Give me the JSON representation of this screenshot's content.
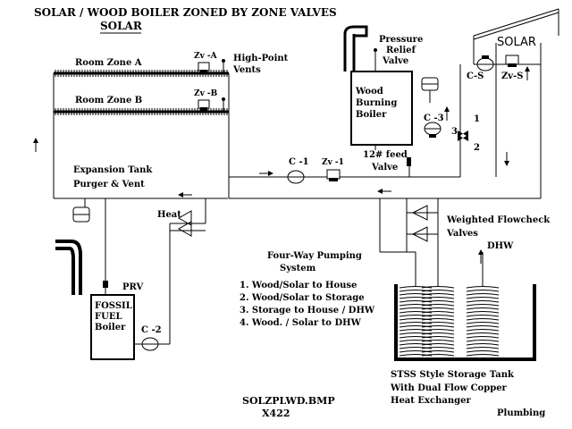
{
  "title": "SOLAR / WOOD BOILER ZONED BY ZONE VALVES",
  "subtitle": "SOLAR",
  "zones": {
    "room_a": "Room Zone A",
    "room_b": "Room Zone B",
    "zv_a": "Zv -A",
    "zv_b": "Zv -B",
    "vents_1": "High-Point",
    "vents_2": "Vents"
  },
  "boiler_wood": {
    "relief_1": "Pressure",
    "relief_2": "Relief",
    "relief_3": "Valve",
    "line1": "Wood",
    "line2": "Burning",
    "line3": "Boiler",
    "feed_1": "12# feed",
    "feed_2": "Valve",
    "c3": "C -3",
    "p3": "3",
    "p1": "1",
    "p2": "2"
  },
  "solar": {
    "label": "SOLAR",
    "cs": "C-S",
    "zvs": "Zv-S"
  },
  "loop": {
    "c1": "C -1",
    "zv1": "Zv -1",
    "exp_1": "Expansion Tank",
    "exp_2": "Purger & Vent",
    "heat": "Heat"
  },
  "fossil": {
    "prv": "PRV",
    "line1": "FOSSIL",
    "line2": "FUEL",
    "line3": "Boiler",
    "c2": "C -2"
  },
  "flowcheck": {
    "line1": "Weighted Flowcheck",
    "line2": "Valves",
    "dhw": "DHW"
  },
  "system": {
    "heading_1": "Four-Way Pumping",
    "heading_2": "System",
    "items": [
      "1. Wood/Solar to House",
      "2. Wood/Solar to Storage",
      "3. Storage to House / DHW",
      "4. Wood. / Solar to DHW"
    ]
  },
  "tank": {
    "line1": "STSS Style Storage Tank",
    "line2": "With Dual Flow Copper",
    "line3": "Heat Exchanger"
  },
  "footer": {
    "file": "SOLZPLWD.BMP",
    "code": "X422",
    "category": "Plumbing"
  }
}
